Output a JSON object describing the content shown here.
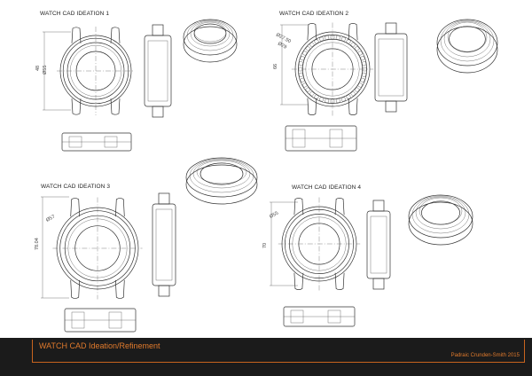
{
  "sheet": {
    "ideations": [
      {
        "title": "WATCH CAD IDEATION 1",
        "dims": [
          "48",
          "Ø55"
        ]
      },
      {
        "title": "WATCH CAD IDEATION 2",
        "dims": [
          "66",
          "Ø27.50",
          "Ø29"
        ]
      },
      {
        "title": "WATCH CAD IDEATION 3",
        "dims": [
          "78.04",
          "Ø57"
        ]
      },
      {
        "title": "WATCH CAD IDEATION 4",
        "dims": [
          "70",
          "Ø55"
        ]
      }
    ]
  },
  "footer": {
    "title": "WATCH CAD Ideation/Refinement",
    "credit": "Padraic Crunden-Smith 2015"
  },
  "colors": {
    "accent": "#e07a2c",
    "footer_bg": "#1b1b1b"
  }
}
